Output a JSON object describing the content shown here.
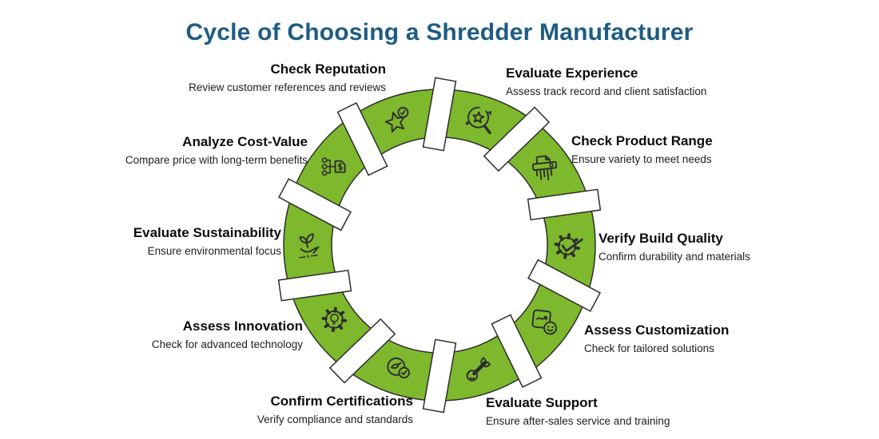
{
  "title": "Cycle of Choosing a Shredder Manufacturer",
  "colors": {
    "title_blue": "#1d5c85",
    "ring_green": "#7eb82d",
    "ring_outline": "#2d2d2d",
    "divider_white": "#ffffff",
    "label_text": "#0c0c0c"
  },
  "steps": [
    {
      "id": "check-reputation",
      "title": "Check Reputation",
      "desc": "Review customer references and reviews",
      "icon": "star-check"
    },
    {
      "id": "evaluate-experience",
      "title": "Evaluate Experience",
      "desc": "Assess track record and client satisfaction",
      "icon": "star-refresh-magnifier"
    },
    {
      "id": "check-product-range",
      "title": "Check Product Range",
      "desc": "Ensure variety to meet needs",
      "icon": "shredder"
    },
    {
      "id": "verify-build-quality",
      "title": "Verify Build Quality",
      "desc": "Confirm durability and  materials",
      "icon": "gear-check"
    },
    {
      "id": "assess-customization",
      "title": "Assess Customization",
      "desc": "Check for tailored solutions",
      "icon": "puzzle-smiley"
    },
    {
      "id": "evaluate-support",
      "title": "Evaluate Support",
      "desc": "Ensure after-sales service and training",
      "icon": "hand-wrench"
    },
    {
      "id": "confirm-certifications",
      "title": "Confirm Certifications",
      "desc": "Verify compliance and standards",
      "icon": "certificate-check"
    },
    {
      "id": "assess-innovation",
      "title": "Assess Innovation",
      "desc": "Check for advanced technology",
      "icon": "gear-bulb"
    },
    {
      "id": "evaluate-sustainability",
      "title": "Evaluate Sustainability",
      "desc": "Ensure environmental focus",
      "icon": "hand-plant"
    },
    {
      "id": "analyze-cost-value",
      "title": "Analyze Cost-Value",
      "desc": "Compare price with long-term benefits",
      "icon": "tag-network"
    }
  ]
}
